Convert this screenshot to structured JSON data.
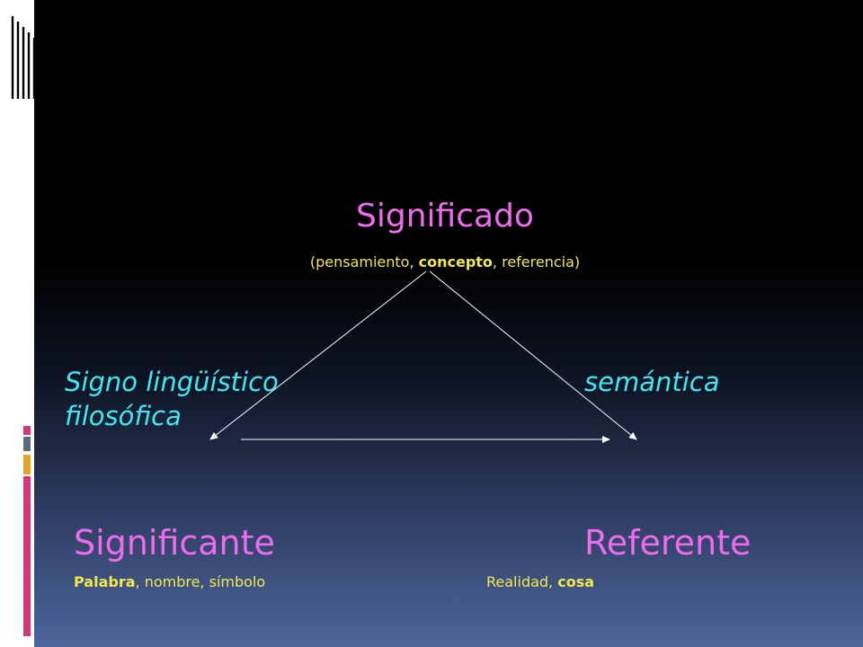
{
  "title": "Significado",
  "subtitle": {
    "open": "(pensamiento, ",
    "bold": "concepto",
    "close": ", referencia)"
  },
  "left_label": {
    "line1": "Signo lingüístico",
    "line2": "filosófica"
  },
  "right_label": "semántica",
  "significante": {
    "title": "Significante",
    "desc_bold": "Palabra",
    "desc_rest": ", nombre, símbolo"
  },
  "referente": {
    "title": "Referente",
    "desc_plain": "Realidad, ",
    "desc_bold": "cosa"
  },
  "colors": {
    "title": "#ee6bee",
    "yellow_text": "#f2e84c",
    "cyan_text": "#3ee8f0",
    "accent_strip": "#ffffff",
    "accent_pink": "#d6337a",
    "accent_slate": "#5a6a80",
    "accent_gold": "#e6a623"
  }
}
